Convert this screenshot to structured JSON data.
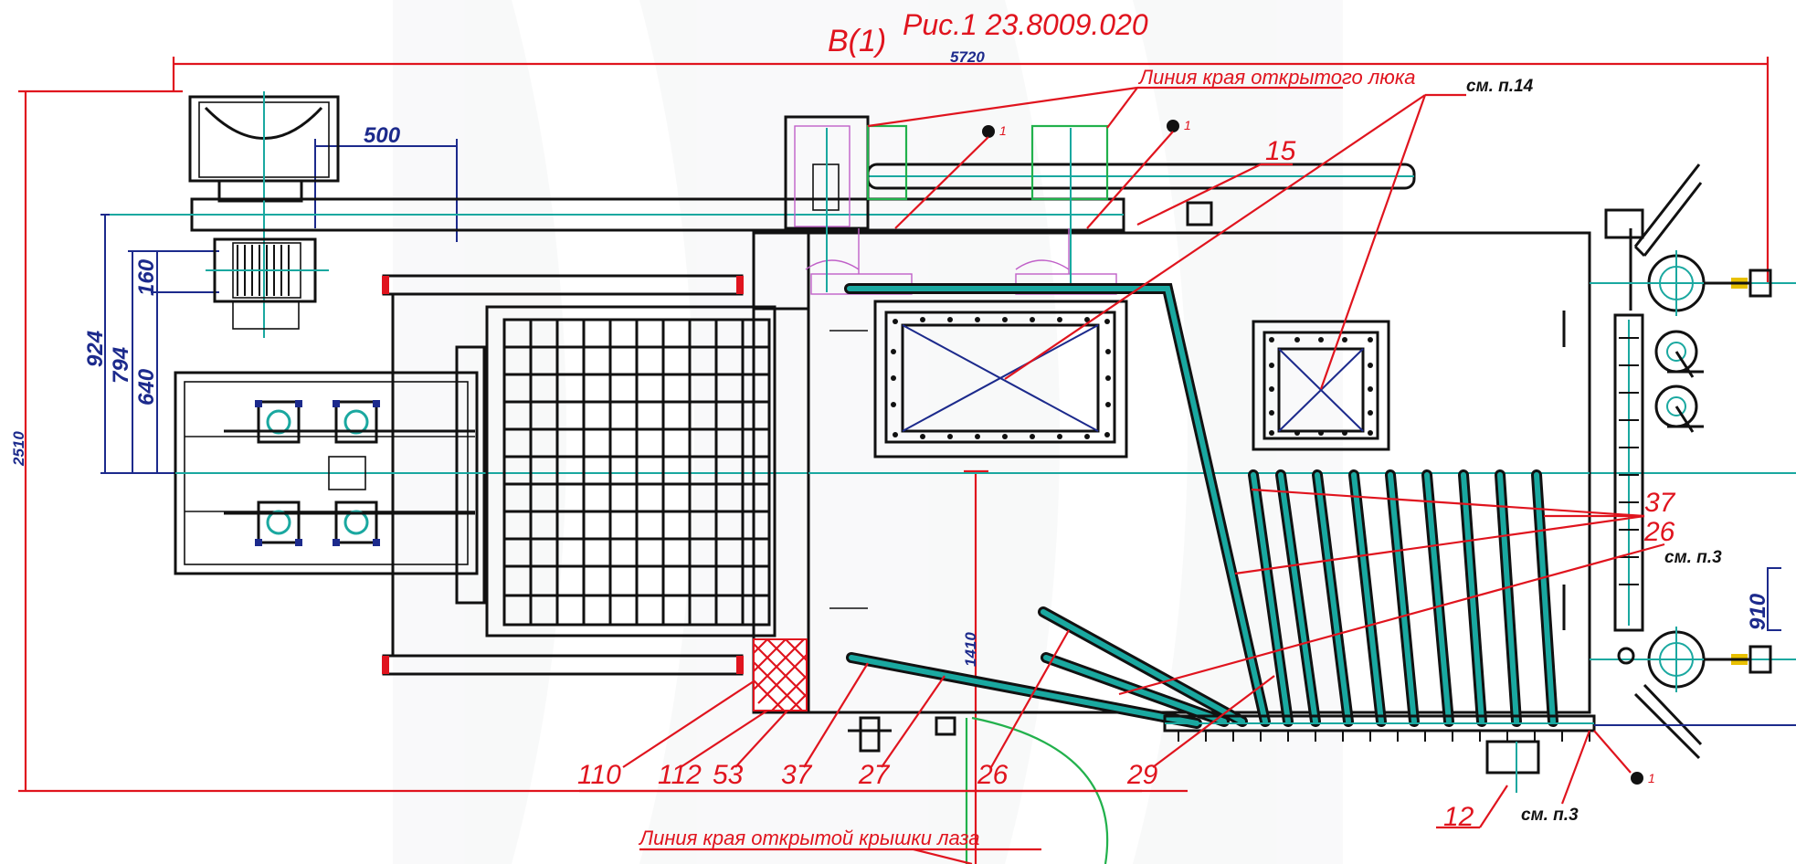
{
  "title": "В(1)",
  "figure": "Рис.1 23.8009.020",
  "labels": {
    "hatch_edge": "Линия края открытого люка",
    "cover_edge": "Линия края открытой крышки лаза",
    "see_p14": "см. п.14",
    "see_p3_a": "см. п.3",
    "see_p3_b": "см. п.3"
  },
  "dimensions": {
    "d5720": "5720",
    "d500": "500",
    "d2510": "2510",
    "d924": "924",
    "d794": "794",
    "d640": "640",
    "d160": "160",
    "d1410": "1410",
    "d910": "910"
  },
  "positions": {
    "p15": "15",
    "p37a": "37",
    "p26a": "26",
    "p110": "110",
    "p112": "112",
    "p53": "53",
    "p37b": "37",
    "p27": "27",
    "p26b": "26",
    "p29": "29",
    "p12": "12",
    "p1a": "1",
    "p1b": "1",
    "p1c": "1"
  },
  "colors": {
    "red": "#e0141e",
    "blue": "#1c2a8c",
    "teal": "#1aa8a0",
    "green": "#22b14c",
    "magenta": "#c060c8",
    "black": "#111111"
  }
}
